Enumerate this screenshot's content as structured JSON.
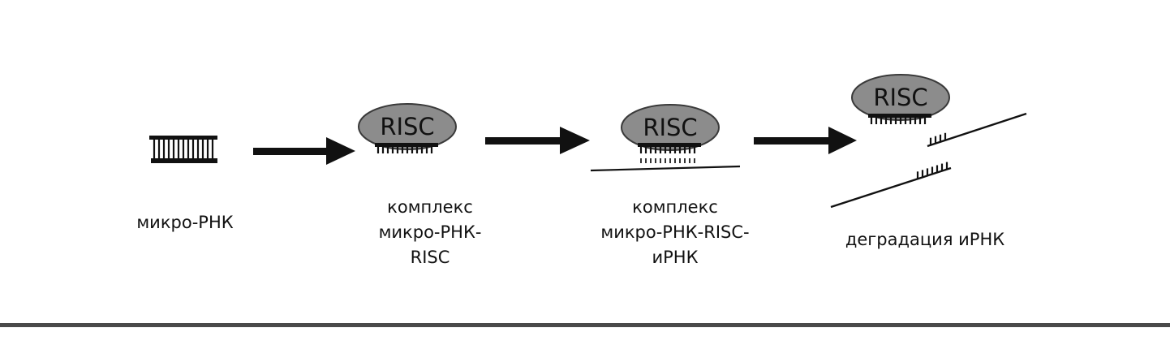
{
  "steps": [
    {
      "label_lines": [
        "микро-РНК"
      ]
    },
    {
      "label_lines": [
        "комплекс",
        "микро-РНК-",
        "RISC"
      ],
      "complex_label": "RISC"
    },
    {
      "label_lines": [
        "комплекс",
        "микро-РНК-RISC-",
        "иРНК"
      ],
      "complex_label": "RISC"
    },
    {
      "label_lines": [
        "деградация иРНК"
      ],
      "complex_label": "RISC"
    }
  ]
}
